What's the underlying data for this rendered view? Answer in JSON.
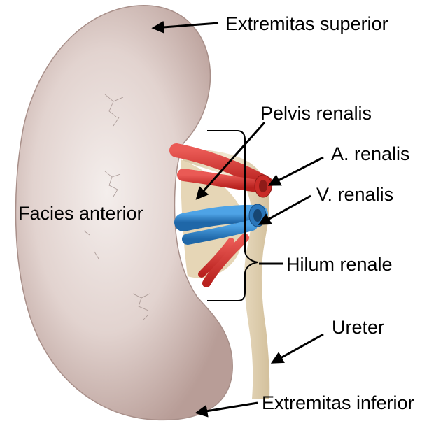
{
  "labels": {
    "extremitas_superior": "Extremitas superior",
    "pelvis_renalis": "Pelvis renalis",
    "a_renalis": "A. renalis",
    "v_renalis": "V. renalis",
    "facies_anterior": "Facies anterior",
    "hilum_renale": "Hilum renale",
    "ureter": "Ureter",
    "extremitas_inferior": "Extremitas inferior"
  },
  "colors": {
    "kidney": "#c5aca7",
    "kidney_highlight": "#f4eeec",
    "ureter": "#e9dcc0",
    "artery": "#d6322f",
    "vein": "#2f82c9",
    "arrow": "#000000"
  }
}
